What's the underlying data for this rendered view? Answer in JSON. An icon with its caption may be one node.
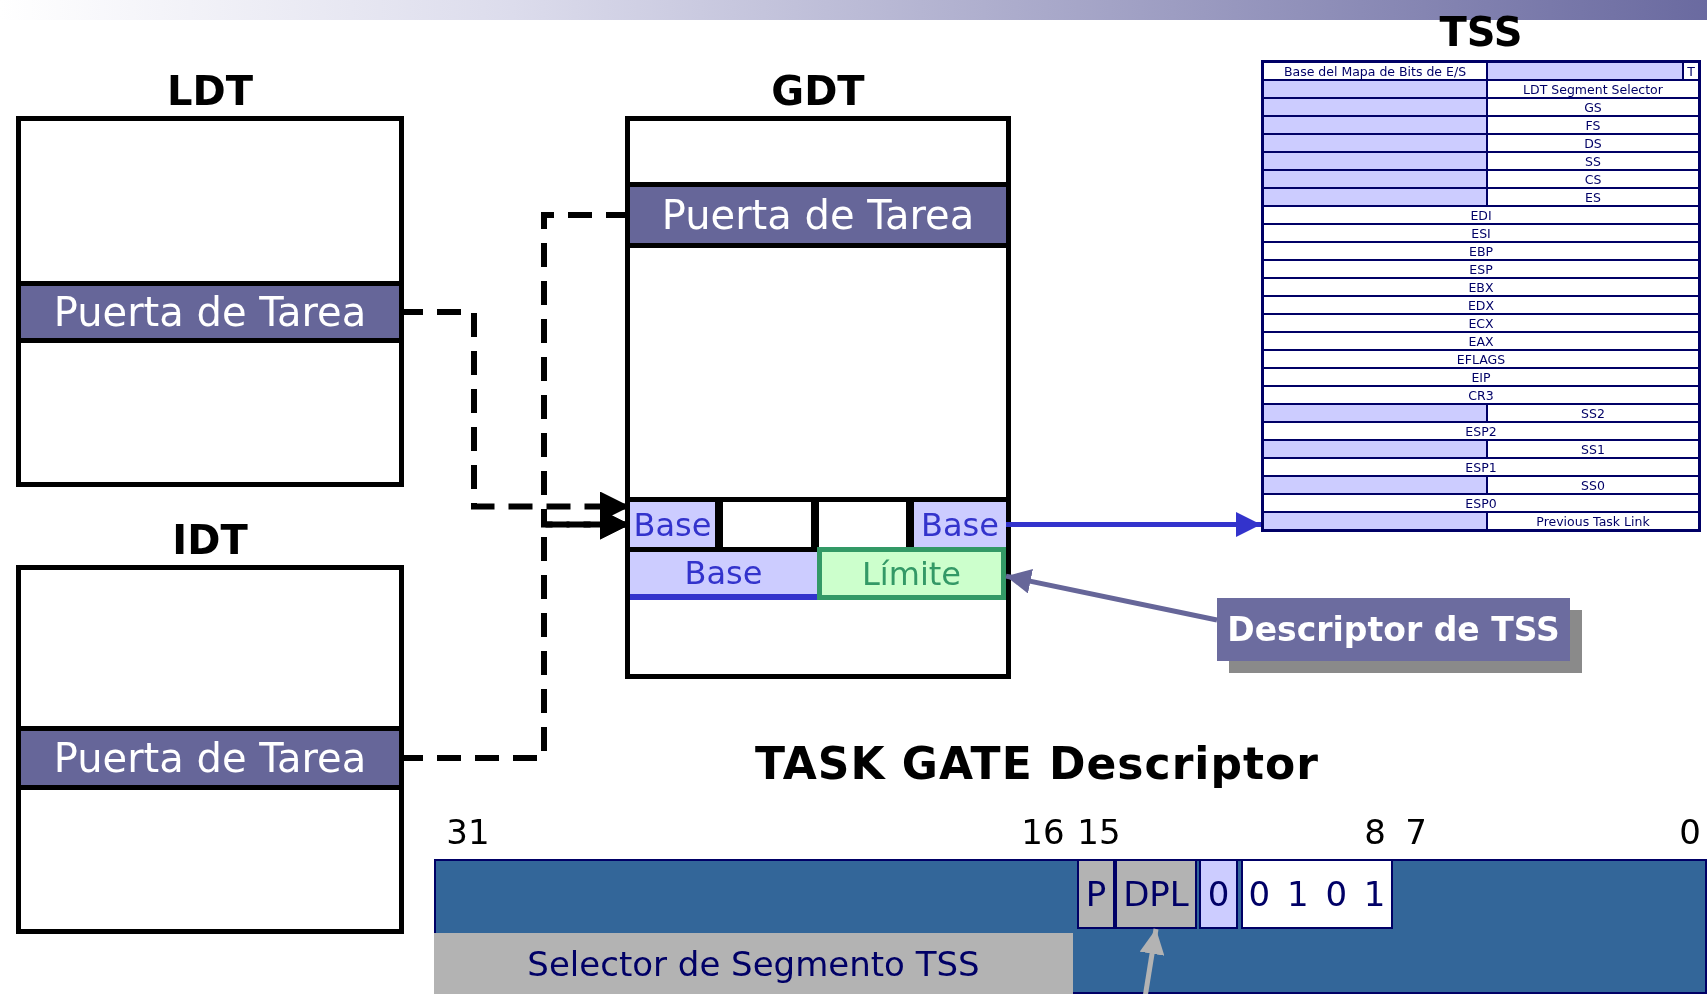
{
  "diagram": {
    "nodes": [
      {
        "text": [
          "LDT"
        ]
      },
      {
        "text": [
          "Puerta de Tarea"
        ],
        "in": 0
      },
      {
        "text": [
          "GDT"
        ]
      },
      {
        "text": [
          "Puerta de Tarea"
        ],
        "in": 2
      },
      {
        "text": [
          "IDT"
        ]
      },
      {
        "text": [
          "Puerta de Tarea"
        ],
        "in": 4
      },
      {
        "text": [
          "Base"
        ],
        "in": 2
      },
      {
        "text": [],
        "shape": "box",
        "in": 2
      },
      {
        "text": [],
        "shape": "box",
        "in": 2
      },
      {
        "text": [
          "Base"
        ],
        "in": 2
      },
      {
        "text": [
          "Base"
        ],
        "in": 2
      },
      {
        "text": [
          "Límite"
        ],
        "in": 2
      },
      {
        "text": [
          "TSS"
        ]
      },
      {
        "text": [
          "Descriptor de TSS"
        ]
      },
      {
        "text": [
          "P"
        ]
      },
      {
        "text": [
          "DPL"
        ]
      },
      {
        "text": [
          "0"
        ]
      },
      {
        "text": [
          "0 1 0 1"
        ]
      },
      {
        "text": [
          "Selector de Segmento TSS"
        ]
      }
    ],
    "edges": [
      {
        "from": 1,
        "to": 6,
        "arrow": "to",
        "style": "dashed"
      },
      {
        "from": 3,
        "to": 6,
        "arrow": "to",
        "style": "dashed"
      },
      {
        "from": 5,
        "to": 6,
        "arrow": "to",
        "style": "dashed"
      },
      {
        "from": 9,
        "to": 12,
        "arrow": "to",
        "color": "#3333cc"
      },
      {
        "from": 13,
        "to": 11,
        "arrow": "to",
        "color": "#666699"
      },
      {
        "from": null,
        "to": 15,
        "arrow": "to",
        "color": "#b3b3b3"
      }
    ],
    "labels": [
      "Base del Mapa de Bits de E/S",
      "T",
      "LDT Segment Selector",
      "GS",
      "FS",
      "DS",
      "SS",
      "CS",
      "ES",
      "EDI",
      "ESI",
      "EBP",
      "ESP",
      "EBX",
      "EDX",
      "ECX",
      "EAX",
      "EFLAGS",
      "EIP",
      "CR3",
      "SS2",
      "ESP2",
      "SS1",
      "ESP1",
      "SS0",
      "ESP0",
      "Previous Task Link",
      "TASK GATE Descriptor",
      "31",
      "16",
      "15",
      "8",
      "7",
      "0"
    ]
  }
}
